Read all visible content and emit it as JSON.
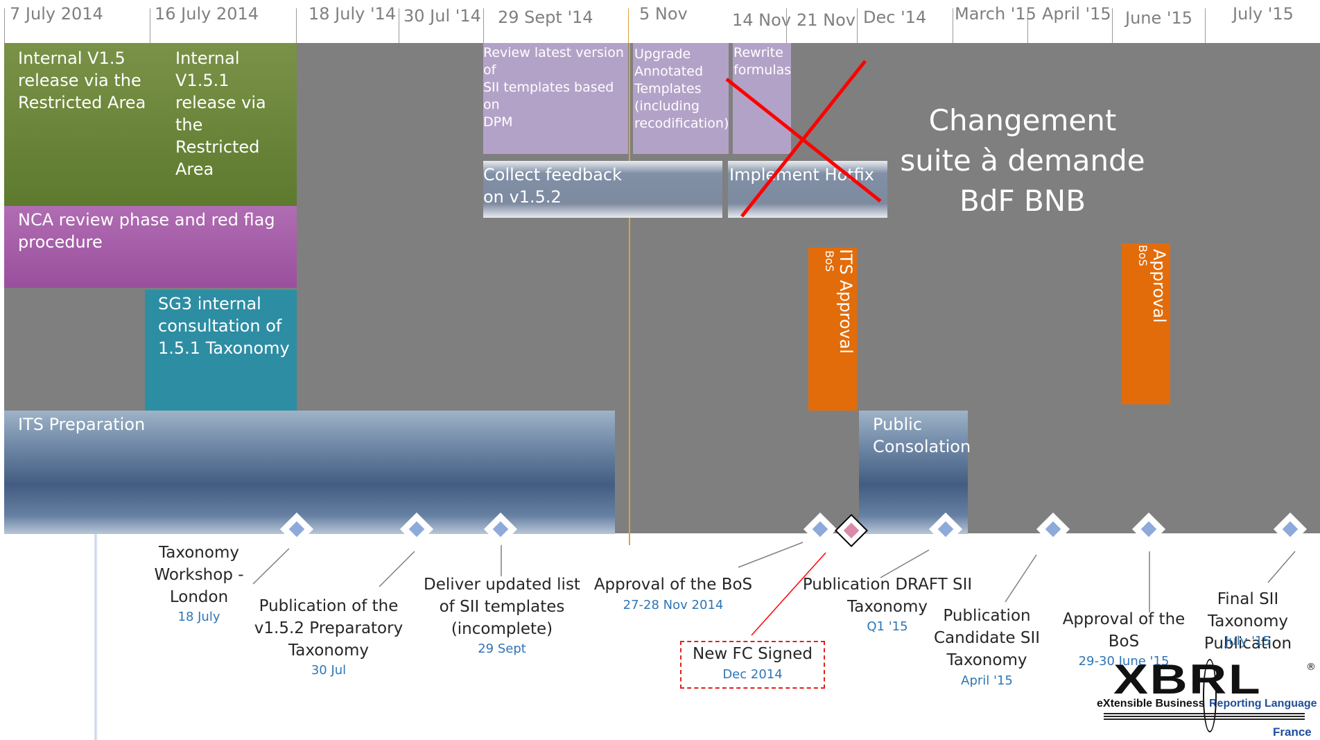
{
  "timeline_header": [
    "7 July 2014",
    "16 July 2014",
    "18 July '14",
    "30 Jul '14",
    "29 Sept '14",
    "5 Nov",
    "14 Nov",
    "21 Nov",
    "Dec '14",
    "March '15",
    "April '15",
    "June '15",
    "July '15"
  ],
  "bars": {
    "internal_v15": "Internal V1.5\nrelease via the\nRestricted Area",
    "internal_v151": "Internal V1.5.1\nrelease via the\nRestricted Area",
    "nca_review": "NCA review phase and red flag\nprocedure",
    "sg3": "SG3 internal\nconsultation of\n1.5.1 Taxonomy",
    "its_preparation": "ITS Preparation",
    "review_templates": "Review latest version of\nSII templates based on\nDPM",
    "upgrade_templates": "Upgrade\nAnnotated\nTemplates\n(including\nrecodification)",
    "rewrite_formulas": "Rewrite\nformulas",
    "collect_feedback": "Collect feedback\n on v1.5.2",
    "implement_hotfix": "Implement Hotfix",
    "public_consultation": "Public\nConsolation",
    "its_approval_title": "ITS Approval",
    "its_approval_sub": "BoS",
    "approval_title": "Approval",
    "approval_sub": "BoS"
  },
  "annotation": "Changement\nsuite à demande\nBdF BNB",
  "milestones": {
    "workshop": {
      "label": "Taxonomy\nWorkshop -\nLondon",
      "date": "18 July"
    },
    "publication_v152": {
      "label": "Publication of the\nv1.5.2 Preparatory\nTaxonomy",
      "date": "30 Jul"
    },
    "deliver_list": {
      "label": "Deliver updated list\nof SII templates\n(incomplete)",
      "date": "29 Sept"
    },
    "approval_bos": {
      "label": "Approval of the BoS",
      "date": "27-28 Nov 2014"
    },
    "new_fc": {
      "label": "New FC Signed",
      "date": "Dec 2014"
    },
    "publication_draft": {
      "label": "Publication DRAFT SII\nTaxonomy",
      "date": "Q1 '15"
    },
    "publication_candidate": {
      "label": "Publication\nCandidate SII\nTaxonomy",
      "date": "April '15"
    },
    "approval_bos_2": {
      "label": "Approval of the\nBoS",
      "date": "29-30 June '15"
    },
    "final_publication": {
      "label": "Final SII Taxonomy\nPublication",
      "date": "July '15"
    }
  },
  "logo": {
    "wordmark": "XBRL",
    "registered": "®",
    "tagline_left": "eXtensible Business",
    "tagline_right": "Reporting Language",
    "country": "France"
  },
  "colors": {
    "board": "#7f7f7f",
    "milestone_date": "#2e75b6",
    "cross": "#ff0000",
    "orange": "#e36c0a",
    "logo_blue": "#1f4e9a"
  }
}
